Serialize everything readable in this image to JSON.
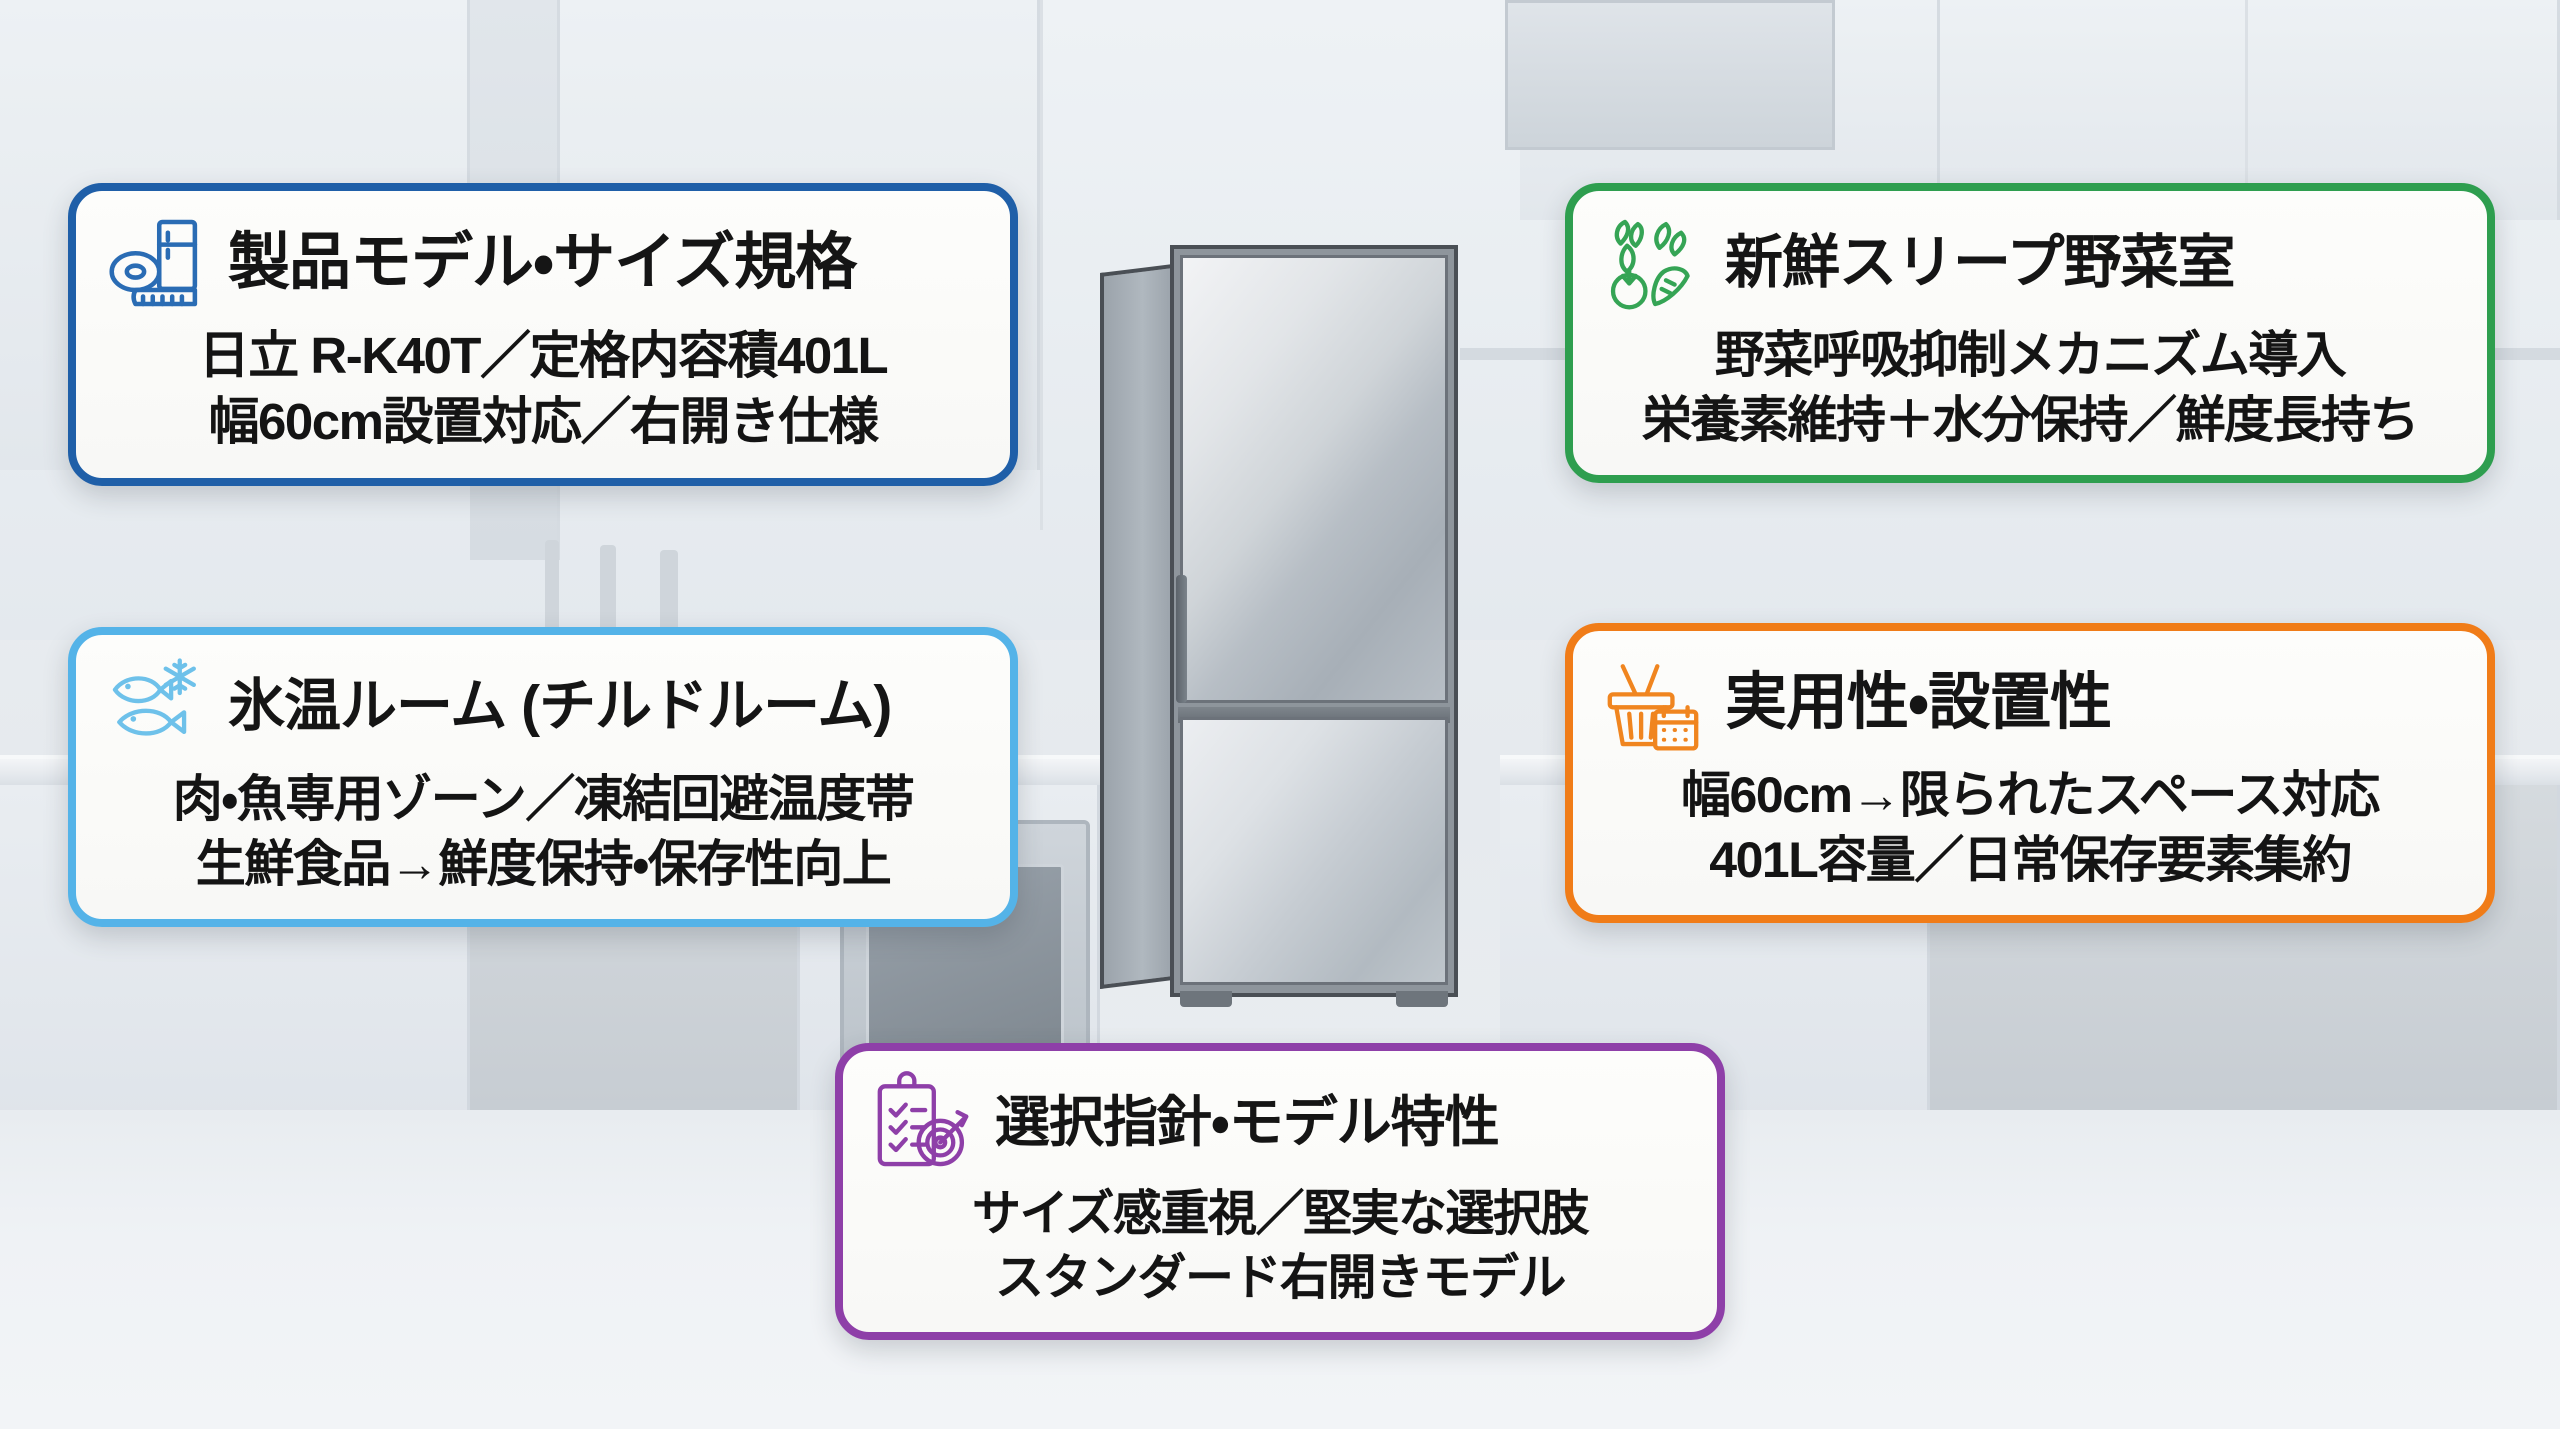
{
  "scene": {
    "description": "kitchen-interior-with-refrigerator",
    "product_icon_name": "refrigerator-illustration"
  },
  "cards": [
    {
      "id": "spec",
      "icon": "measuring-tape-refrigerator-icon",
      "accent": "#1f5fa8",
      "title": "製品モデル・サイズ規格",
      "lines": [
        "日立 R-K40T／定格内容積401L",
        "幅60cm設置対応／右開き仕様"
      ]
    },
    {
      "id": "chill",
      "icon": "fish-snowflake-icon",
      "accent": "#54b3e8",
      "title": "氷温ルーム (チルドルーム)",
      "lines": [
        "肉・魚専用ゾーン／凍結回避温度帯",
        "生鮮食品→鮮度保持・保存性向上"
      ]
    },
    {
      "id": "veg",
      "icon": "vegetables-icon",
      "accent": "#2e9e4f",
      "title": "新鮮スリープ野菜室",
      "lines": [
        "野菜呼吸抑制メカニズム導入",
        "栄養素維持＋水分保持／鮮度長持ち"
      ]
    },
    {
      "id": "util",
      "icon": "basket-calendar-icon",
      "accent": "#f07c18",
      "title": "実用性・設置性",
      "lines": [
        "幅60cm→限られたスペース対応",
        "401L容量／日常保存要素集約"
      ]
    },
    {
      "id": "purple",
      "icon": "clipboard-target-icon",
      "accent": "#8e3fa8",
      "title": "選択指針・モデル特性",
      "lines": [
        "サイズ感重視／堅実な選択肢",
        "スタンダード右開きモデル"
      ]
    }
  ]
}
